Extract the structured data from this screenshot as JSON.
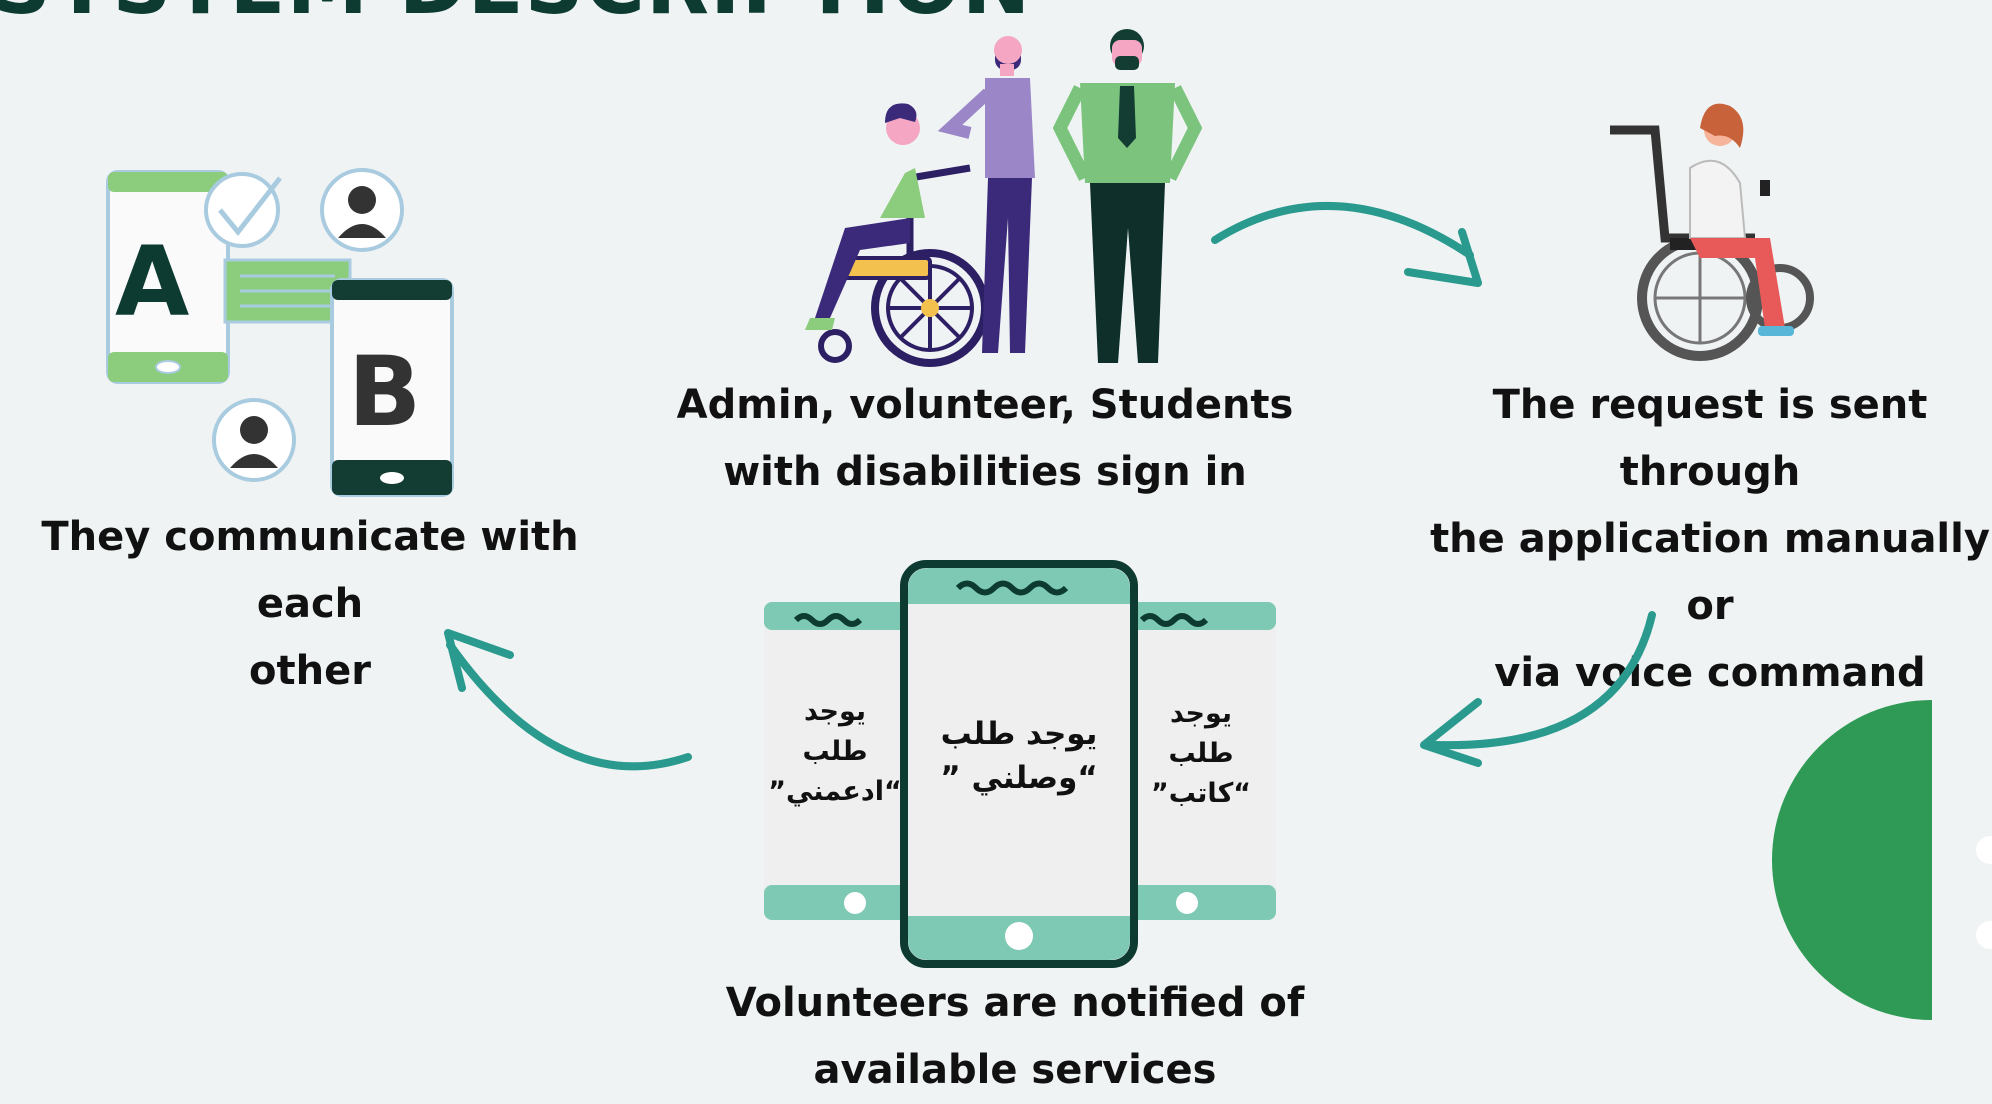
{
  "title": "SYSTEM DESCRIPTION",
  "steps": {
    "sign_in": {
      "line1": "Admin, volunteer, Students",
      "line2": "with disabilities sign in"
    },
    "request": {
      "line1": "The request is sent through",
      "line2": "the application manually or",
      "line3": "via voice command"
    },
    "notify": {
      "line1": "Volunteers are notified of",
      "line2": "available services"
    },
    "communicate": {
      "line1": "They communicate with each",
      "line2": "other"
    }
  },
  "phones": {
    "left": {
      "l1": "يوجد",
      "l2": "طلب",
      "l3": "“ادعمني”"
    },
    "center": {
      "l1": "يوجد طلب",
      "l2": "“وصلني ”"
    },
    "right": {
      "l1": "يوجد",
      "l2": "طلب",
      "l3": "“كاتب”"
    }
  },
  "chat_letters": {
    "a": "A",
    "b": "B"
  },
  "colors": {
    "teal_arrow": "#2a9a8e",
    "dark_green": "#0d3b32",
    "mint": "#7ec9b4",
    "light_green": "#8ccc7d",
    "purple": "#3b2a7a",
    "accent_green": "#2e9a55"
  }
}
